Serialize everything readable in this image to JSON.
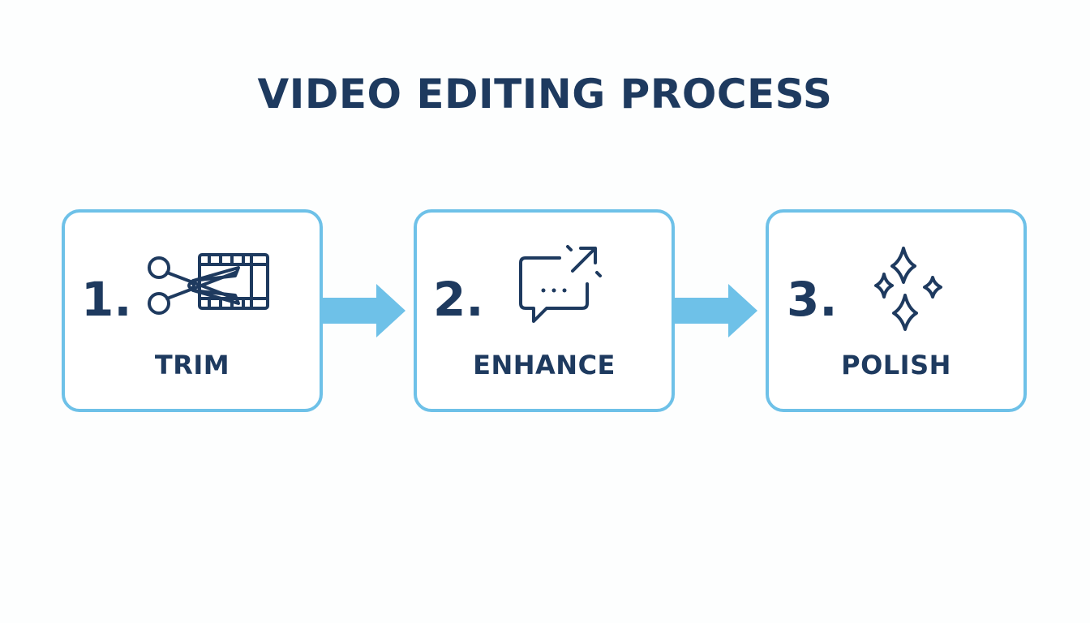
{
  "title": "VIDEO EDITING PROCESS",
  "colors": {
    "text": "#1e3a5f",
    "accent": "#6ec1e8",
    "background": "#fdfefe"
  },
  "steps": [
    {
      "number": "1.",
      "label": "TRIM",
      "icon": "scissors-film-icon"
    },
    {
      "number": "2.",
      "label": "ENHANCE",
      "icon": "chat-expand-icon"
    },
    {
      "number": "3.",
      "label": "POLISH",
      "icon": "sparkles-icon"
    }
  ]
}
